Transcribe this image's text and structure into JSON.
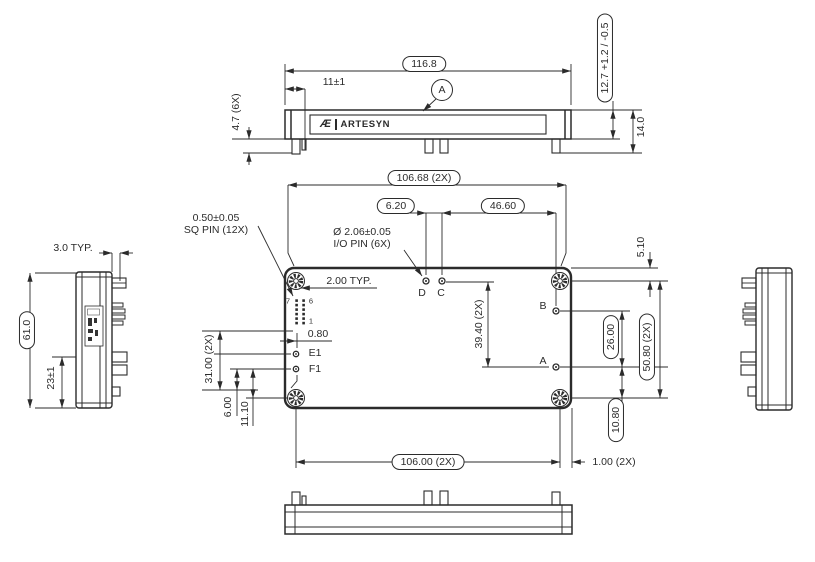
{
  "drawing": {
    "brand": {
      "monogram": "Æ",
      "name": "ARTESYN"
    },
    "top_view": {
      "dim_width": "116.8",
      "dim_offset": "11±1",
      "balloon": "A",
      "dim_pin_height": "4.7 (6X)",
      "dim_body_height": "12.7 +1.2 / -0.5",
      "dim_total_height": "14.0"
    },
    "main_view": {
      "dim_hole_span": "106.68 (2X)",
      "dim_dc": "6.20",
      "dim_cb": "46.60",
      "note_sq_pin_line1": "0.50±0.05",
      "note_sq_pin_line2": "SQ PIN (12X)",
      "note_io_pin_line1": "Ø 2.06±0.05",
      "note_io_pin_line2": "I/O PIN (6X)",
      "dim_pitch": "2.00 TYP.",
      "dim_col_offset": "0.80",
      "pin_numbers": {
        "p7": "7",
        "p6": "6",
        "p1": "1"
      },
      "pins": {
        "d": "D",
        "c": "C",
        "b": "B",
        "a": "A",
        "e1": "E1",
        "f1": "F1"
      },
      "dim_dc_to_a": "39.40 (2X)",
      "dim_top_edge": "5.10",
      "dim_ba": "26.00",
      "dim_hole_vspan": "50.80 (2X)",
      "dim_a_offset": "10.80",
      "dim_e1": "31.00 (2X)",
      "dim_f1_a": "6.00",
      "dim_f1_b": "11.10",
      "dim_hole_hspan": "106.00 (2X)",
      "dim_edge": "1.00 (2X)"
    },
    "left_view": {
      "dim_pin": "3.0 TYP.",
      "dim_height": "61.0",
      "dim_pin_row": "23±1"
    },
    "colors": {
      "line": "#2b2b2b",
      "background": "#ffffff"
    }
  }
}
